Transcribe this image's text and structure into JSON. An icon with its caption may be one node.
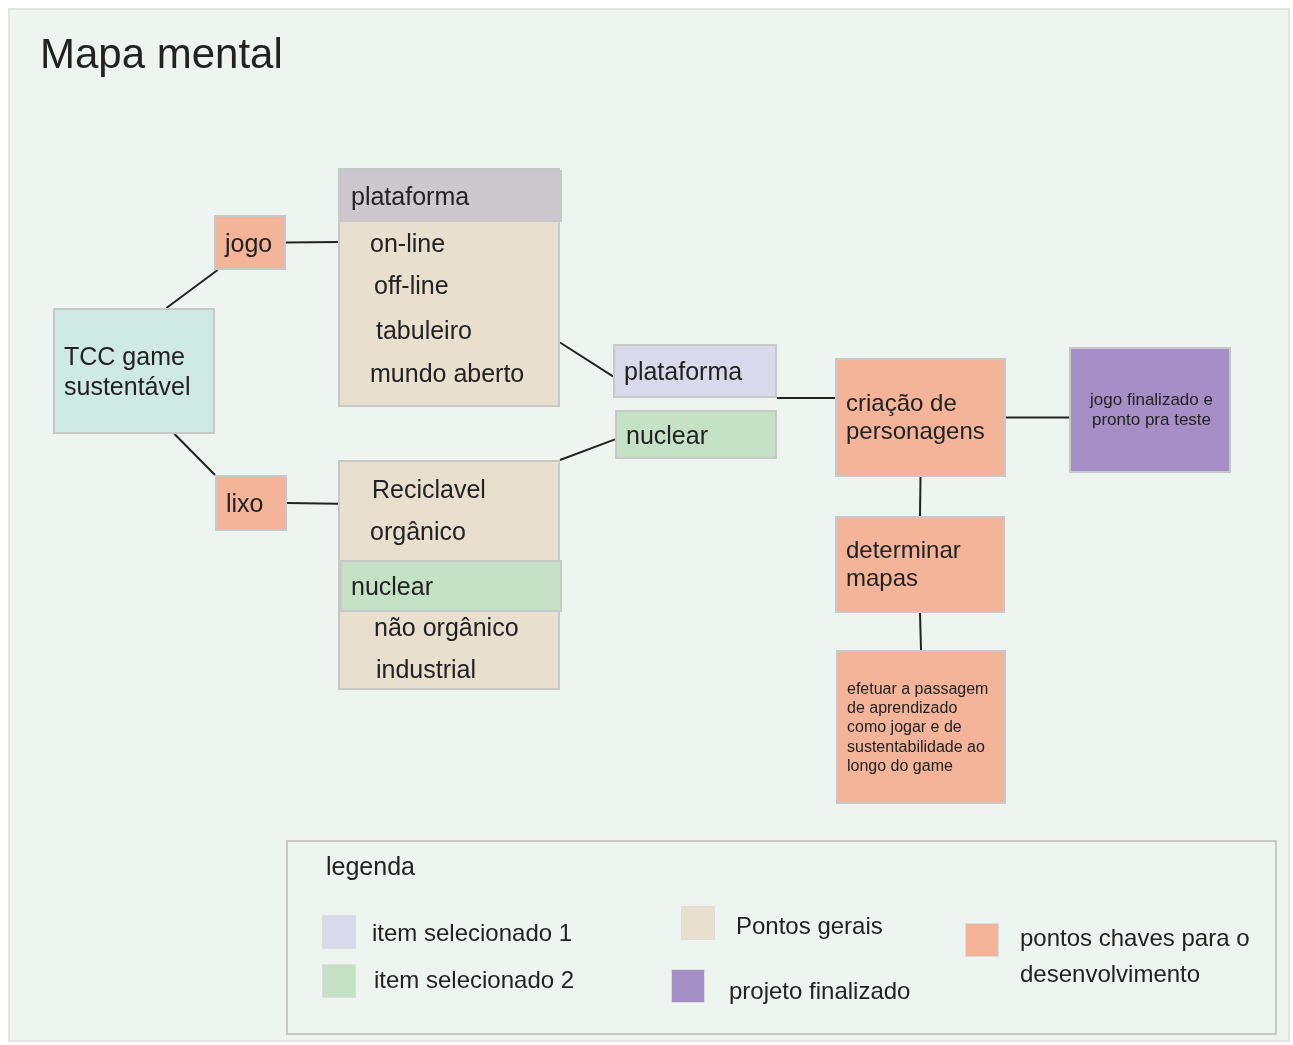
{
  "diagram": {
    "title": "Mapa mental",
    "nodes": [
      {
        "text": [
          "TCC game sustentável"
        ]
      },
      {
        "text": [
          "jogo"
        ]
      },
      {
        "text": [
          "lixo"
        ]
      },
      {
        "text": [
          "on-line",
          "off-line",
          "tabuleiro",
          "mundo aberto"
        ]
      },
      {
        "text": [
          "plataforma"
        ],
        "in": 3
      },
      {
        "text": [
          "Reciclavel",
          "orgânico",
          "não orgânico",
          "industrial"
        ]
      },
      {
        "text": [
          "nuclear"
        ],
        "in": 5
      },
      {
        "text": [
          "plataforma"
        ]
      },
      {
        "text": [
          "nuclear"
        ]
      },
      {
        "text": [
          "criação de personagens"
        ]
      },
      {
        "text": [
          "jogo finalizado e pronto pra teste"
        ]
      },
      {
        "text": [
          "determinar mapas"
        ]
      },
      {
        "text": [
          "efetuar a passagem de aprendizado como jogar e de sustentabilidade ao longo do game"
        ]
      }
    ],
    "edges": [
      {
        "from": 0,
        "to": 1,
        "arrow": "none"
      },
      {
        "from": 0,
        "to": 2,
        "arrow": "none"
      },
      {
        "from": 1,
        "to": 3,
        "arrow": "none"
      },
      {
        "from": 2,
        "to": 5,
        "arrow": "none"
      },
      {
        "from": 3,
        "to": 7,
        "arrow": "none"
      },
      {
        "from": 5,
        "to": 8,
        "arrow": "none"
      },
      {
        "from": 7,
        "to": 9,
        "arrow": "none"
      },
      {
        "from": 9,
        "to": 10,
        "arrow": "none"
      },
      {
        "from": 9,
        "to": 11,
        "arrow": "none"
      },
      {
        "from": 11,
        "to": 12,
        "arrow": "none"
      }
    ],
    "labels": [
      "legenda"
    ],
    "legend": [
      {
        "text": "item selecionado 1",
        "color": "#d9d9ec"
      },
      {
        "text": "item selecionado 2",
        "color": "#c6e2c6"
      },
      {
        "text": "Pontos gerais",
        "color": "#e9dfcf"
      },
      {
        "text": "projeto finalizado",
        "color": "#a68fc6"
      },
      {
        "text": "pontos chaves para o desenvolvimento",
        "color": "#f3b49a"
      }
    ]
  }
}
